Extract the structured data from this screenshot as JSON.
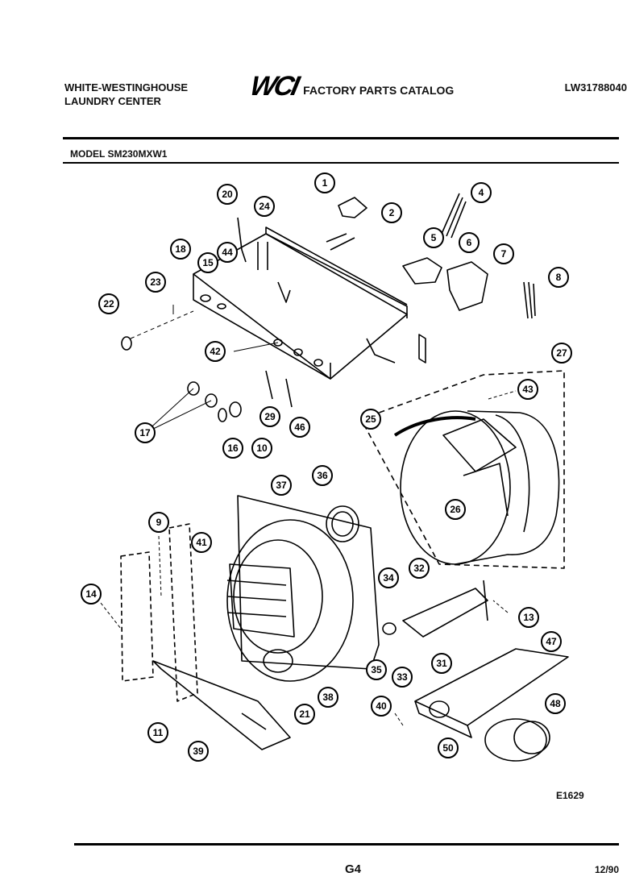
{
  "header": {
    "brand_line1": "WHITE-WESTINGHOUSE",
    "brand_line2": "LAUNDRY CENTER",
    "logo_text": "WCI",
    "catalog_title": "FACTORY PARTS CATALOG",
    "doc_code": "LW31788040"
  },
  "model": "MODEL SM230MXW1",
  "figure_ref": "E1629",
  "footer": {
    "page": "G4",
    "date": "12/90"
  },
  "callouts": [
    "1",
    "2",
    "4",
    "5",
    "6",
    "7",
    "8",
    "9",
    "10",
    "11",
    "13",
    "14",
    "15",
    "16",
    "17",
    "18",
    "20",
    "21",
    "22",
    "23",
    "24",
    "25",
    "26",
    "27",
    "29",
    "31",
    "32",
    "33",
    "34",
    "35",
    "36",
    "37",
    "38",
    "39",
    "40",
    "41",
    "42",
    "43",
    "44",
    "46",
    "47",
    "48",
    "50"
  ]
}
